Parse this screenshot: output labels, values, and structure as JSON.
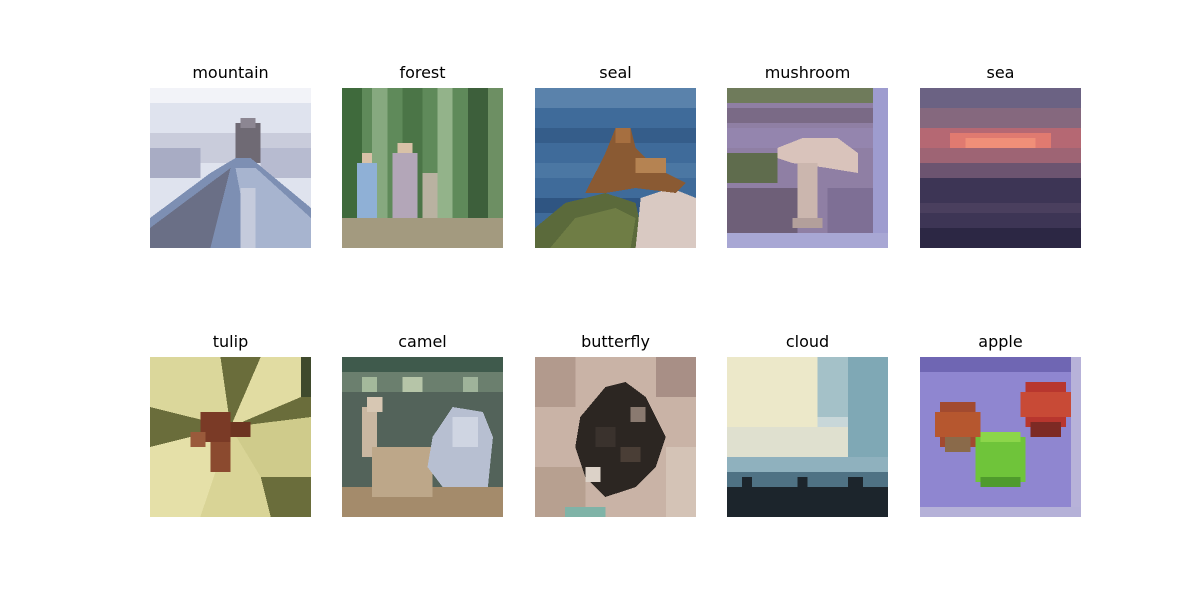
{
  "images": [
    {
      "label": "mountain"
    },
    {
      "label": "forest"
    },
    {
      "label": "seal"
    },
    {
      "label": "mushroom"
    },
    {
      "label": "sea"
    },
    {
      "label": "tulip"
    },
    {
      "label": "camel"
    },
    {
      "label": "butterfly"
    },
    {
      "label": "cloud"
    },
    {
      "label": "apple"
    }
  ]
}
